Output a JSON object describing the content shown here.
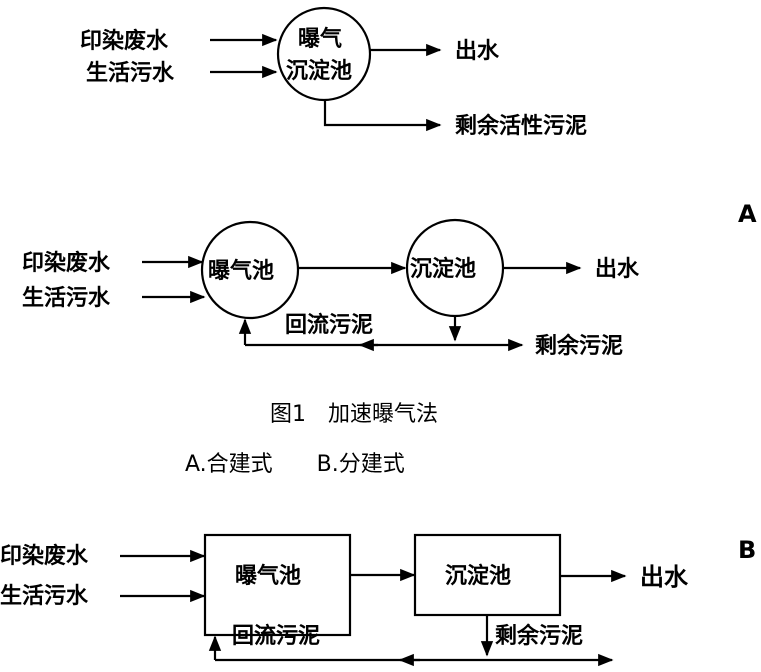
{
  "diagram_a_combined": {
    "inputs": [
      "印染废水",
      "生活污水"
    ],
    "tank_line1": "曝气",
    "tank_line2": "沉淀池",
    "output": "出水",
    "excess_sludge": "剩余活性污泥"
  },
  "diagram_a_separate": {
    "inputs": [
      "印染废水",
      "生活污水"
    ],
    "aeration_tank": "曝气池",
    "settling_tank": "沉淀池",
    "output": "出水",
    "return_sludge": "回流污泥",
    "excess_sludge": "剩余污泥",
    "marker": "A"
  },
  "caption": {
    "title": "图1　加速曝气法",
    "subtitle": "A.合建式　　B.分建式"
  },
  "diagram_b": {
    "inputs": [
      "印染废水",
      "生活污水"
    ],
    "aeration_tank": "曝气池",
    "settling_tank": "沉淀池",
    "output": "出水",
    "return_sludge": "回流污泥",
    "excess_sludge": "剩余污泥",
    "marker": "B"
  }
}
